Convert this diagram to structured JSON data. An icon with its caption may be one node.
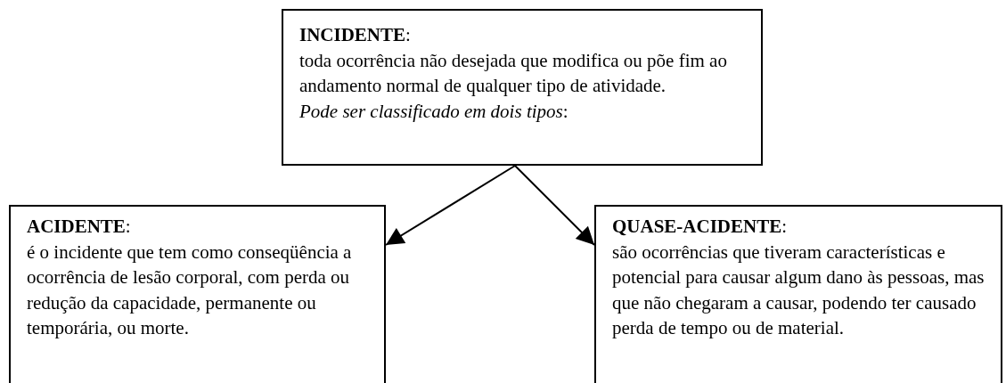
{
  "diagram": {
    "nodes": [
      {
        "text": [
          "**INCIDENTE**:",
          "toda ocorrência não desejada que modifica ou põe fim ao andamento normal de qualquer tipo de atividade.",
          "*Pode ser classificado em dois tipos*:"
        ]
      },
      {
        "text": [
          "**ACIDENTE**:",
          "é o incidente que tem como conseqüência a ocorrência de lesão corporal, com perda ou redução da capacidade, permanente ou temporária, ou morte."
        ]
      },
      {
        "text": [
          "**QUASE-ACIDENTE**:",
          "são ocorrências que tiveram características e potencial para causar algum dano às pessoas, mas que não chegaram a causar, podendo ter causado perda de tempo ou de material."
        ]
      }
    ],
    "edges": [
      {
        "from": 0,
        "to": 1,
        "arrow": "to"
      },
      {
        "from": 0,
        "to": 2,
        "arrow": "to"
      }
    ]
  }
}
